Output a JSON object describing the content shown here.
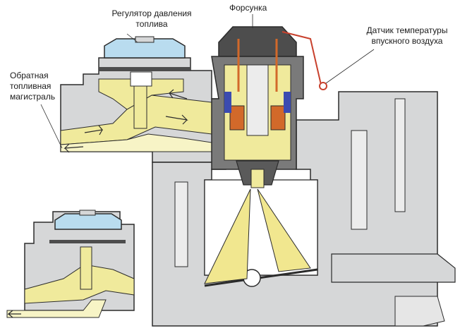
{
  "labels": {
    "regulator": "Регулятор давления\nтоплива",
    "injector": "Форсунка",
    "sensor": "Датчик температуры\nвпускного воздуха",
    "return_line": "Обратная\nтопливная\nмагистраль"
  },
  "colors": {
    "body_fill": "#d6d7d8",
    "outline": "#2b2b2b",
    "fuel": "#f0ea9c",
    "fuel_light": "#f7f4c6",
    "diaphragm_blue": "#b9dcef",
    "injector_dark": "#4d4d4d",
    "coil_orange": "#d2692a",
    "magnet_blue": "#3b4bb0",
    "spray": "#f1e78f",
    "accent_red": "#c8412d"
  }
}
